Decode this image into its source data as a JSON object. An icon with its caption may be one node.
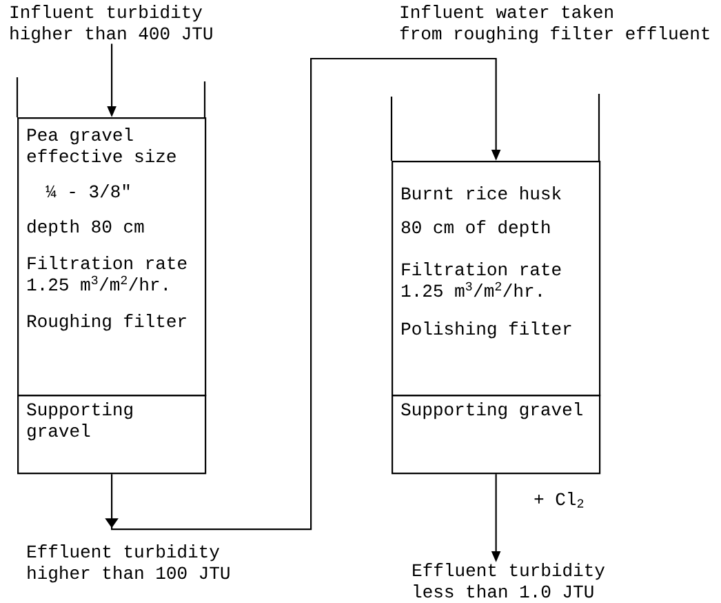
{
  "diagram": {
    "nodes": [
      {
        "text": [
          "Influent turbidity higher than 400 JTU"
        ]
      },
      {
        "text": [
          "Pea gravel effective size",
          "¼ - 3/8\"",
          "depth 80 cm",
          "Filtration rate 1.25 m$^{3}$/m$^{2}$/hr.",
          "Roughing filter"
        ]
      },
      {
        "text": [
          "Supporting gravel"
        ]
      },
      {
        "text": [
          "Burnt rice husk",
          "80 cm of depth",
          "Filtration rate 1.25 m$^{3}$/m$^{2}$/hr.",
          "Polishing filter"
        ]
      },
      {
        "text": [
          "Supporting gravel"
        ]
      },
      {
        "text": [
          "Effluent turbidity less than 1.0 JTU"
        ]
      }
    ],
    "edges": [
      {
        "from": 0,
        "to": 1,
        "arrow": "to"
      },
      {
        "from": 2,
        "to": 3,
        "arrow": "to"
      },
      {
        "from": 4,
        "to": 5,
        "arrow": "to"
      }
    ],
    "labels": [
      "Effluent turbidity higher than 100 JTU",
      "Influent water taken from roughing filter effluent",
      "+ Cl$_{2}$"
    ]
  }
}
